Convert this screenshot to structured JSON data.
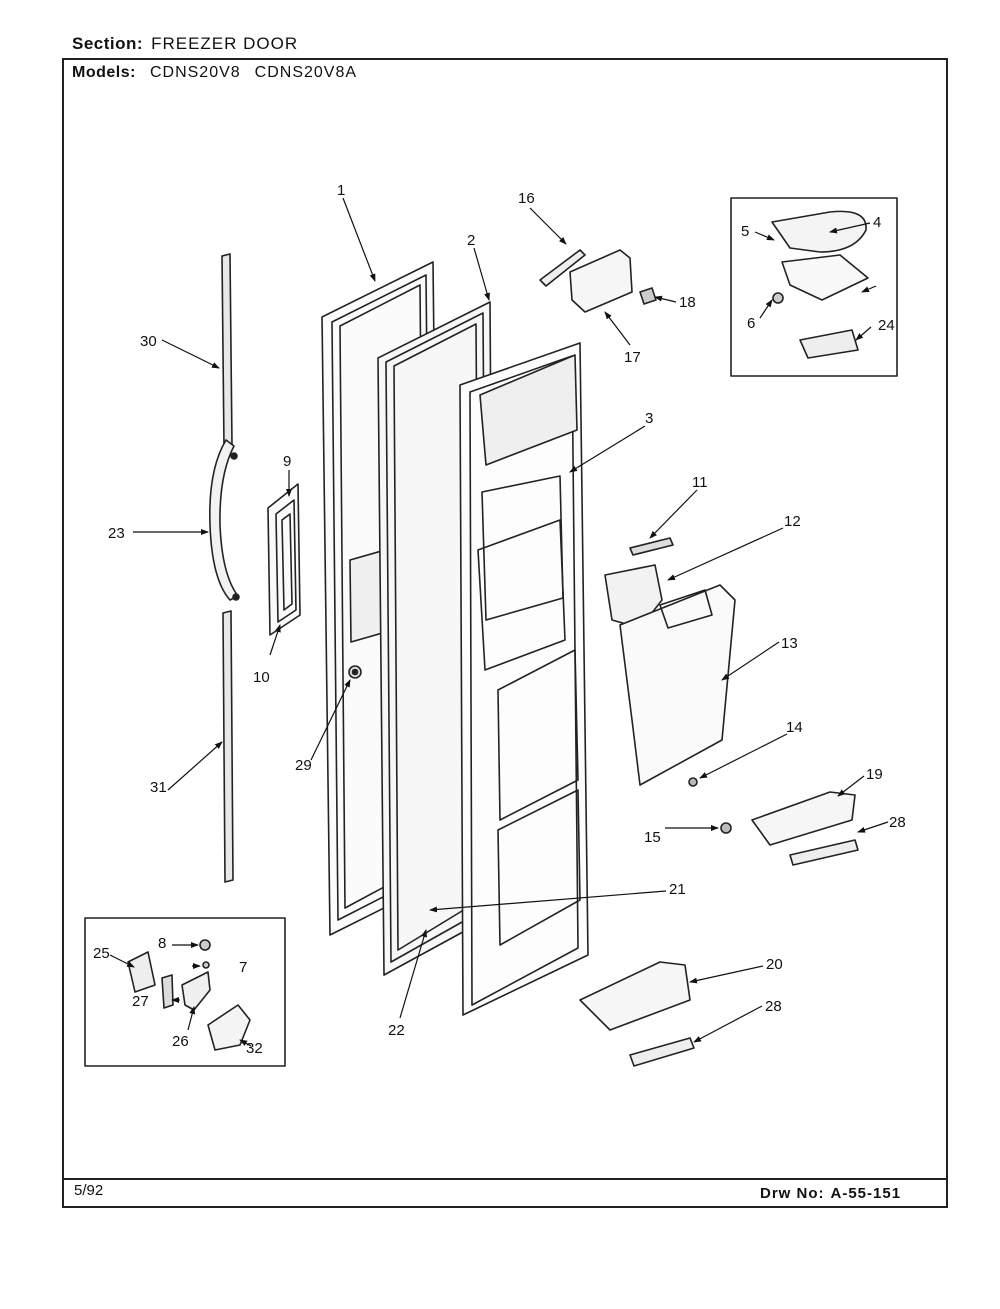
{
  "header": {
    "section_label": "Section:",
    "section_value": "FREEZER DOOR",
    "models_label": "Models:",
    "models": [
      "CDNS20V8",
      "CDNS20V8A"
    ]
  },
  "footer": {
    "date": "5/92",
    "drawing_label": "Drw No:",
    "drawing_number": "A-55-151"
  },
  "parts": {
    "p1": "1",
    "p2": "2",
    "p3": "3",
    "p4": "4",
    "p5": "5",
    "p6": "6",
    "p7": "7",
    "p8": "8",
    "p9": "9",
    "p10": "10",
    "p11": "11",
    "p12": "12",
    "p13": "13",
    "p14": "14",
    "p15": "15",
    "p16": "16",
    "p17": "17",
    "p18": "18",
    "p19": "19",
    "p20": "20",
    "p21": "21",
    "p22": "22",
    "p23": "23",
    "p24": "24",
    "p25": "25",
    "p26": "26",
    "p27": "27",
    "p28a": "28",
    "p28b": "28",
    "p29": "29",
    "p30": "30",
    "p31": "31",
    "p32": "32"
  }
}
